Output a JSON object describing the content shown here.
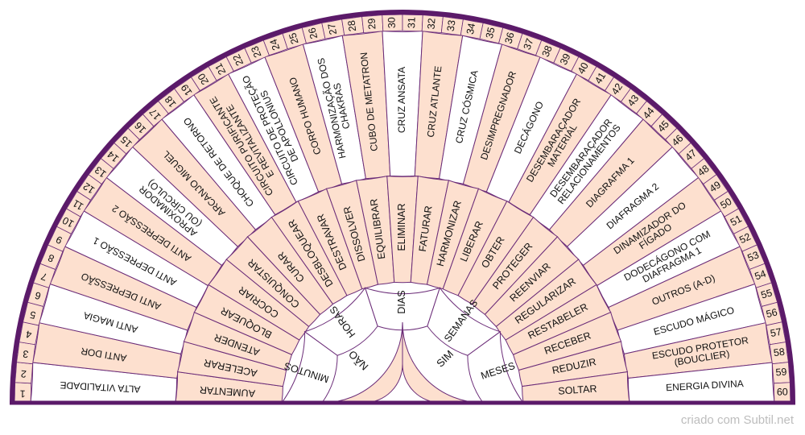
{
  "colors": {
    "peach": "#fde0cf",
    "white": "#ffffff",
    "purple": "#5b1a69",
    "line": "#6b2c78",
    "credit": "#bdbdbd"
  },
  "numbers": [
    "1",
    "2",
    "3",
    "4",
    "5",
    "6",
    "7",
    "8",
    "9",
    "10",
    "11",
    "12",
    "13",
    "14",
    "15",
    "16",
    "17",
    "18",
    "19",
    "20",
    "21",
    "22",
    "23",
    "24",
    "25",
    "26",
    "27",
    "28",
    "29",
    "30",
    "31",
    "32",
    "33",
    "34",
    "35",
    "36",
    "37",
    "38",
    "39",
    "40",
    "41",
    "42",
    "43",
    "44",
    "45",
    "46",
    "47",
    "48",
    "49",
    "50",
    "51",
    "52",
    "53",
    "54",
    "55",
    "56",
    "57",
    "58",
    "59",
    "60"
  ],
  "outer_labels": [
    [
      "ALTA VITALIDADE"
    ],
    [
      "ANTI DOR"
    ],
    [
      "ANTI MAGIA"
    ],
    [
      "ANTI DEPRESSÃO"
    ],
    [
      "ANTI DEPRESSÃO 1"
    ],
    [
      "ANTI DEPRESSÃO 2"
    ],
    [
      "APROXIMADOR",
      "(OU CÍRCULO)"
    ],
    [
      "ARCANJO MIGUEL"
    ],
    [
      "CHOQUE DE RETORNO"
    ],
    [
      "CIRCUITO PURIFICANTE",
      "E REVITALIZANTE"
    ],
    [
      "CIRCUITO DE PROTEÇÃO",
      "DE APOLLONIUS"
    ],
    [
      "CORPO HUMANO"
    ],
    [
      "HARMONIZAÇÃO DOS",
      "CHAKRAS"
    ],
    [
      "CUBO DE METATRON"
    ],
    [
      "CRUZ ANSATA"
    ],
    [
      "CRUZ ATLANTE"
    ],
    [
      "CRUZ CÓSMICA"
    ],
    [
      "DESIMPREGNADOR"
    ],
    [
      "DECÁGONO"
    ],
    [
      "DESEMBARAÇADOR",
      "MATERIAL"
    ],
    [
      "DESEMBARAÇADOR",
      "RELACIONAMENTOS"
    ],
    [
      "DIAGRAFMA 1"
    ],
    [
      "DIAFRAGMA 2"
    ],
    [
      "DINAMIZADOR DO",
      "FÍGADO"
    ],
    [
      "DODECÁGONO COM",
      "DIAFRAGMA 1"
    ],
    [
      "OUTROS (A-D)"
    ],
    [
      "ESCUDO MÁGICO"
    ],
    [
      "ESCUDO PROTETOR",
      "(BOUCLIER)"
    ],
    [
      "ENERGIA DIVINA"
    ]
  ],
  "middle_labels": [
    "AUMENTAR",
    "ACELERAR",
    "ATENDER",
    "BLOQUEAR",
    "COCRIAR",
    "CONQUISTAR",
    "CURAR",
    "DESBLOQUEAR",
    "DESTRAVAR",
    "DISSOLVER",
    "EQUILIBRAR",
    "ELIMINAR",
    "FATURAR",
    "HARMONIZAR",
    "LIBERAR",
    "OBTER",
    "PROTEGER",
    "REENVIAR",
    "REGULARIZAR",
    "RESTABELER",
    "RECEBER",
    "REDUZIR",
    "SOLTAR"
  ],
  "time_labels": [
    "MINUTOS",
    "HORAS",
    "DIAS",
    "SEMANAS",
    "MESES"
  ],
  "answer_labels": [
    "NÃO",
    "SIM"
  ],
  "credit": "criado com Subtil.net"
}
